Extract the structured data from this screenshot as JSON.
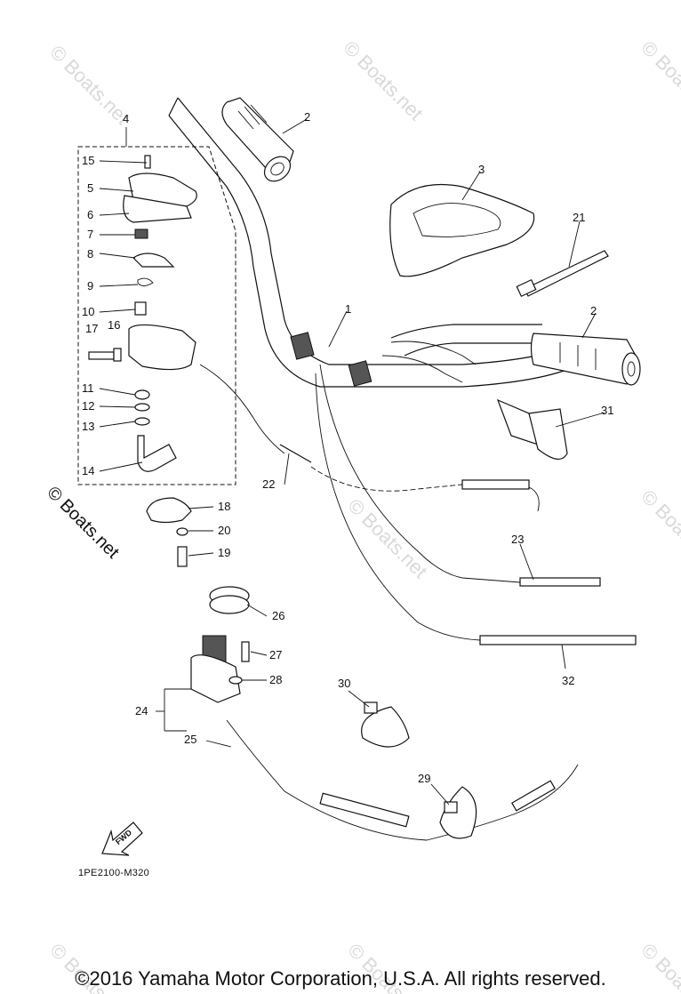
{
  "diagram": {
    "code": "1PE2100-M320",
    "fwd_label": "FWD",
    "watermark": "© Boats.net",
    "watermark_small": "© Boats.net",
    "copyright": "©2016 Yamaha Motor Corporation, U.S.A. All rights reserved.",
    "callouts": {
      "c1": "1",
      "c2a": "2",
      "c2b": "2",
      "c3": "3",
      "c4": "4",
      "c5": "5",
      "c6": "6",
      "c7": "7",
      "c8": "8",
      "c9": "9",
      "c10": "10",
      "c11": "11",
      "c12": "12",
      "c13": "13",
      "c14": "14",
      "c15": "15",
      "c16": "16",
      "c17": "17",
      "c18": "18",
      "c19": "19",
      "c20": "20",
      "c21": "21",
      "c22": "22",
      "c23": "23",
      "c24": "24",
      "c25": "25",
      "c26": "26",
      "c27": "27",
      "c28": "28",
      "c29": "29",
      "c30": "30",
      "c31": "31",
      "c32": "32"
    }
  }
}
